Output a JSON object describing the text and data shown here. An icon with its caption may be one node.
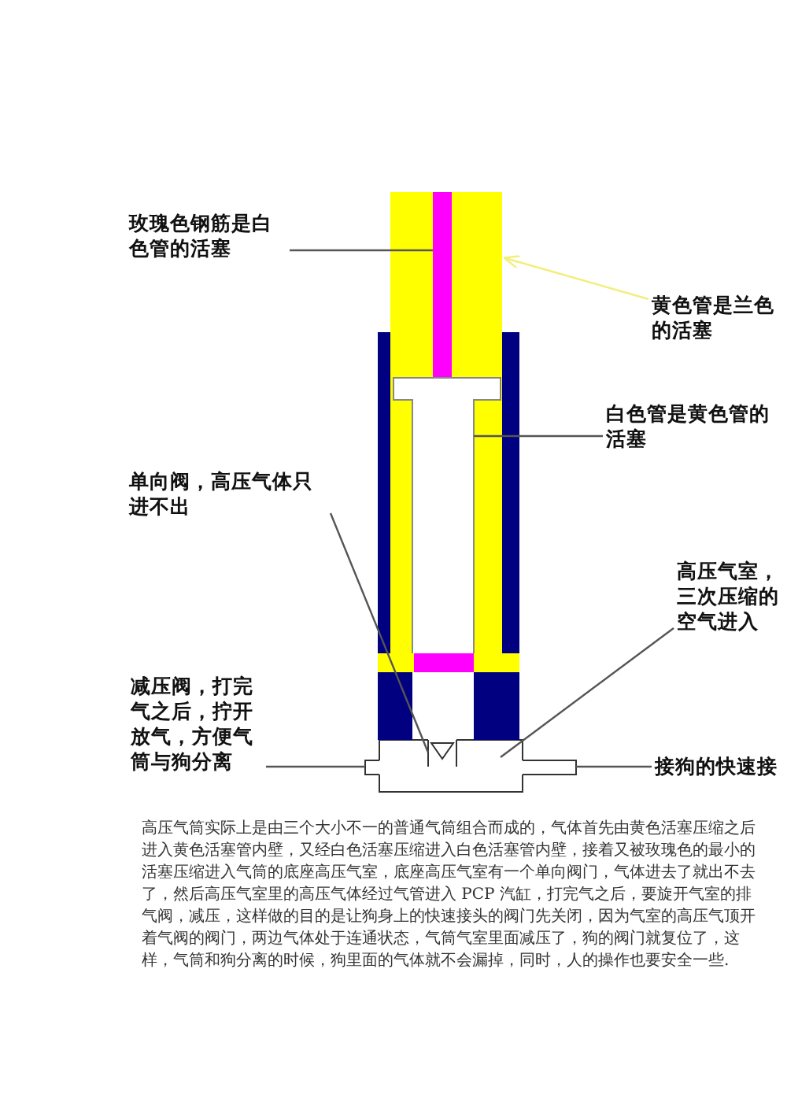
{
  "diagram": {
    "nodes": [
      {
        "text": [
          "玫瑰色钢筋是白色管的活塞"
        ]
      },
      {
        "text": [
          "黄色管是兰色的活塞"
        ]
      },
      {
        "text": [
          "白色管是黄色管的活塞"
        ]
      },
      {
        "text": [
          "单向阀，高压气体只进不出"
        ]
      },
      {
        "text": [
          "高压气室，三次压缩的空气进入"
        ]
      },
      {
        "text": [
          "减压阀，打完气之后，拧开放气，方便气筒与狗分离"
        ]
      },
      {
        "text": [
          "接狗的快速接"
        ]
      },
      {
        "text": [],
        "shape": "bar",
        "in": 8
      },
      {
        "text": [],
        "shape": "cylinder"
      },
      {
        "text": [],
        "shape": "cylinder",
        "in": 8
      },
      {
        "text": [],
        "shape": "triangle",
        "in": 11
      },
      {
        "text": [],
        "shape": "box"
      },
      {
        "text": [],
        "shape": "box"
      },
      {
        "text": [],
        "shape": "box"
      }
    ],
    "edges": [
      {
        "from": 0,
        "to": 7,
        "arrow": "none"
      },
      {
        "from": 1,
        "to": 8,
        "arrow": "to",
        "color": "#f2ee7c"
      },
      {
        "from": 2,
        "to": 9,
        "arrow": "none"
      },
      {
        "from": 3,
        "to": 10,
        "arrow": "none"
      },
      {
        "from": 4,
        "to": 11,
        "arrow": "none"
      },
      {
        "from": 5,
        "to": 12,
        "arrow": "none"
      },
      {
        "from": 6,
        "to": 13,
        "arrow": "none"
      }
    ],
    "labels": [
      "高压气筒实际上是由三个大小不一的普通气筒组合而成的，气体首先由黄色活塞压缩之后进入黄色活塞管内壁，又经白色活塞压缩进入白色活塞管内壁，接着又被玫瑰色的最小的活塞压缩进入气筒的底座高压气室，底座高压气室有一个单向阀门，气体进去了就出不去了，然后高压气室里的高压气体经过气管进入 PCP 汽缸，打完气之后，要旋开气室的排气阀，减压，这样做的目的是让狗身上的快速接头的阀门先关闭，因为气室的高压气顶开着气阀的阀门，两边气体处于连通状态，气筒气室里面减压了，狗的阀门就复位了，这样，气筒和狗分离的时候，狗里面的气体就不会漏掉，同时，人的操作也要安全一些."
    ]
  }
}
